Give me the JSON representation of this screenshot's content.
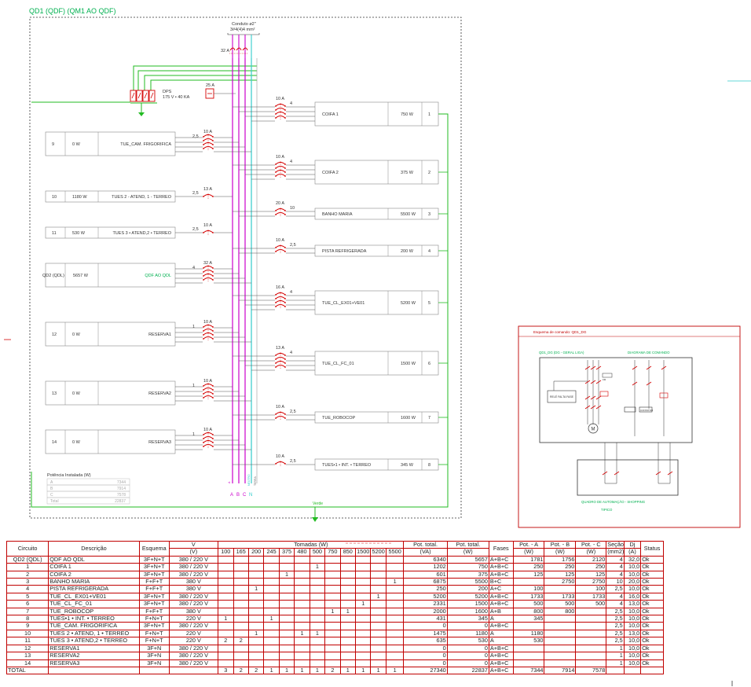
{
  "header": {
    "title": "QD1 (QDF) (QM1 AO QDF)"
  },
  "main_bus": {
    "conduit": "Conduto ø2\"",
    "cable": "3#4(4)4 mm²",
    "breaker": "32 A",
    "phase_labels": [
      "A",
      "B",
      "C",
      "N"
    ],
    "neutral_label": "NEUTRO",
    "earth_label": "TERRA"
  },
  "dps": {
    "breaker": "25 A",
    "label": "DPS",
    "spec": "175 V • 40 KA"
  },
  "left_circuits": [
    {
      "num": "9",
      "power": "0 W",
      "desc": "TUE_CAM. FRIGORIFICA",
      "breaker": "10 A",
      "section": "2,5"
    },
    {
      "num": "10",
      "power": "1180 W",
      "desc": "TUES 2 - ATEND, 1 - TERREO",
      "breaker": "13 A",
      "section": "2,5"
    },
    {
      "num": "11",
      "power": "530 W",
      "desc": "TUES 3 • ATEND,2 • TERREO",
      "breaker": "10 A",
      "section": "2,5"
    },
    {
      "num": "QD2 (QDL)",
      "power": "5657 W",
      "desc": "QDF AO QDL",
      "breaker": "32 A",
      "section": "4"
    },
    {
      "num": "12",
      "power": "0 W",
      "desc": "RESERVA1",
      "breaker": "10 A",
      "section": "1"
    },
    {
      "num": "13",
      "power": "0 W",
      "desc": "RESERVA2",
      "breaker": "10 A",
      "section": "1"
    },
    {
      "num": "14",
      "power": "0 W",
      "desc": "RESERVA3",
      "breaker": "10 A",
      "section": "1"
    }
  ],
  "right_circuits": [
    {
      "num": "1",
      "power": "750 W",
      "desc": "COIFA 1",
      "breaker": "10 A",
      "section": "4"
    },
    {
      "num": "2",
      "power": "375 W",
      "desc": "COIFA 2",
      "breaker": "10 A",
      "section": "4"
    },
    {
      "num": "3",
      "power": "5500 W",
      "desc": "BANHO MARIA",
      "breaker": "20 A",
      "section": "10"
    },
    {
      "num": "4",
      "power": "200 W",
      "desc": "PISTA REFRIGERADA",
      "breaker": "10 A",
      "section": "2,5"
    },
    {
      "num": "5",
      "power": "5200 W",
      "desc": "TUE_CL_EX01+VE01",
      "breaker": "16 A",
      "section": "4"
    },
    {
      "num": "6",
      "power": "1500 W",
      "desc": "TUE_CL_FC_01",
      "breaker": "13 A",
      "section": "4"
    },
    {
      "num": "7",
      "power": "1600 W",
      "desc": "TUE_ROBOCOP",
      "breaker": "10 A",
      "section": "2,5"
    },
    {
      "num": "8",
      "power": "345 W",
      "desc": "TUES•1 • INT. • TERREO",
      "breaker": "10 A",
      "section": "2,5"
    }
  ],
  "installed_power": {
    "title": "Potência Instalada (W)",
    "rows": [
      {
        "label": "A",
        "value": "7344"
      },
      {
        "label": "B",
        "value": "7914"
      },
      {
        "label": "C",
        "value": "7578"
      },
      {
        "label": "Total",
        "value": "22837"
      }
    ]
  },
  "outputs": {
    "green_label": "Verde"
  },
  "command_panel": {
    "title": "Esquema de comando: QD1_DG",
    "power_title": "QD1_DG (DG - GERAL LIGA)",
    "command_title": "DIAGRAMA DE COMANDO",
    "automation_title": "QUADRO DE AUTOMAÇÃO - SHOPPING",
    "automation_sub": "TIPICO",
    "motor_label": "M",
    "relay_a": "RELÉ FALTA FASE",
    "relay_b": "CONTATOR"
  },
  "table": {
    "headers": {
      "circuit": "Circuito",
      "description": "Descrição",
      "scheme": "Esquema",
      "voltage": "V",
      "voltage_unit": "(V)",
      "outlets_group": "Tomadas (W)",
      "pot_va": "Pot. total.",
      "pot_va_unit": "(VA)",
      "pot_w": "Pot. total.",
      "pot_w_unit": "(W)",
      "phases": "Fases",
      "pot_a": "Pot. - A",
      "pot_a_unit": "(W)",
      "pot_b": "Pot. - B",
      "pot_b_unit": "(W)",
      "pot_c": "Pot. - C",
      "pot_c_unit": "(W)",
      "section": "Seção",
      "section_unit": "(mm2)",
      "dj": "Dj",
      "dj_unit": "(A)",
      "status": "Status"
    },
    "outlet_columns": [
      "100",
      "165",
      "200",
      "245",
      "375",
      "480",
      "500",
      "750",
      "850",
      "1500",
      "5200",
      "5500"
    ],
    "rows": [
      {
        "circuit": "QD2 (QDL)",
        "desc": "QDF AO QDL",
        "scheme": "3F+N+T",
        "voltage": "380 / 220 V",
        "outlets": [
          "",
          "",
          "",
          "",
          "",
          "",
          "",
          "",
          "",
          "",
          "",
          ""
        ],
        "va": "6340",
        "w": "5657",
        "phases": "A+B+C",
        "pa": "1781",
        "pb": "1756",
        "pc": "2120",
        "section": "4",
        "dj": "32,0",
        "status": "Ok"
      },
      {
        "circuit": "1",
        "desc": "COIFA 1",
        "scheme": "3F+N+T",
        "voltage": "380 / 220 V",
        "outlets": [
          "",
          "",
          "",
          "",
          "",
          "",
          "1",
          "",
          "",
          "",
          "",
          ""
        ],
        "va": "1202",
        "w": "750",
        "phases": "A+B+C",
        "pa": "250",
        "pb": "250",
        "pc": "250",
        "section": "4",
        "dj": "10,0",
        "status": "Ok"
      },
      {
        "circuit": "2",
        "desc": "COIFA 2",
        "scheme": "3F+N+T",
        "voltage": "380 / 220 V",
        "outlets": [
          "",
          "",
          "",
          "",
          "1",
          "",
          "",
          "",
          "",
          "",
          "",
          ""
        ],
        "va": "601",
        "w": "375",
        "phases": "A+B+C",
        "pa": "125",
        "pb": "125",
        "pc": "125",
        "section": "4",
        "dj": "10,0",
        "status": "Ok"
      },
      {
        "circuit": "3",
        "desc": "BANHO MARIA",
        "scheme": "F+F+T",
        "voltage": "380 V",
        "outlets": [
          "",
          "",
          "",
          "",
          "",
          "",
          "",
          "",
          "",
          "",
          "",
          "1"
        ],
        "va": "6875",
        "w": "5500",
        "phases": "B+C",
        "pa": "",
        "pb": "2750",
        "pc": "2750",
        "section": "10",
        "dj": "20,0",
        "status": "Ok"
      },
      {
        "circuit": "4",
        "desc": "PISTA REFRIGERADA",
        "scheme": "F+F+T",
        "voltage": "380 V",
        "outlets": [
          "",
          "",
          "1",
          "",
          "",
          "",
          "",
          "",
          "",
          "",
          "",
          ""
        ],
        "va": "250",
        "w": "200",
        "phases": "A+C",
        "pa": "100",
        "pb": "",
        "pc": "100",
        "section": "2,5",
        "dj": "10,0",
        "status": "Ok"
      },
      {
        "circuit": "5",
        "desc": "TUE_CL_EX01+VE01",
        "scheme": "3F+N+T",
        "voltage": "380 / 220 V",
        "outlets": [
          "",
          "",
          "",
          "",
          "",
          "",
          "",
          "",
          "",
          "",
          "1",
          ""
        ],
        "va": "5200",
        "w": "5200",
        "phases": "A+B+C",
        "pa": "1733",
        "pb": "1733",
        "pc": "1733",
        "section": "4",
        "dj": "16,0",
        "status": "Ok"
      },
      {
        "circuit": "6",
        "desc": "TUE_CL_FC_01",
        "scheme": "3F+N+T",
        "voltage": "380 / 220 V",
        "outlets": [
          "",
          "",
          "",
          "",
          "",
          "",
          "",
          "",
          "",
          "1",
          "",
          ""
        ],
        "va": "2331",
        "w": "1500",
        "phases": "A+B+C",
        "pa": "500",
        "pb": "500",
        "pc": "500",
        "section": "4",
        "dj": "13,0",
        "status": "Ok"
      },
      {
        "circuit": "7",
        "desc": "TUE_ROBOCOP",
        "scheme": "F+F+T",
        "voltage": "380 V",
        "outlets": [
          "",
          "",
          "",
          "",
          "",
          "",
          "",
          "1",
          "1",
          "",
          "",
          ""
        ],
        "va": "2000",
        "w": "1600",
        "phases": "A+B",
        "pa": "800",
        "pb": "800",
        "pc": "",
        "section": "2,5",
        "dj": "10,0",
        "status": "Ok"
      },
      {
        "circuit": "8",
        "desc": "TUES•1 • INT. • TERREO",
        "scheme": "F+N+T",
        "voltage": "220 V",
        "outlets": [
          "1",
          "",
          "",
          "1",
          "",
          "",
          "",
          "",
          "",
          "",
          "",
          ""
        ],
        "va": "431",
        "w": "345",
        "phases": "A",
        "pa": "345",
        "pb": "",
        "pc": "",
        "section": "2,5",
        "dj": "10,0",
        "status": "Ok"
      },
      {
        "circuit": "9",
        "desc": "TUE_CAM. FRIGORIFICA",
        "scheme": "3F+N+T",
        "voltage": "380 / 220 V",
        "outlets": [
          "",
          "",
          "",
          "",
          "",
          "",
          "",
          "",
          "",
          "",
          "",
          ""
        ],
        "va": "0",
        "w": "0",
        "phases": "A+B+C",
        "pa": "",
        "pb": "",
        "pc": "",
        "section": "2,5",
        "dj": "10,0",
        "status": "Ok"
      },
      {
        "circuit": "10",
        "desc": "TUES 2 • ATEND, 1 • TERREO",
        "scheme": "F+N+T",
        "voltage": "220 V",
        "outlets": [
          "",
          "",
          "1",
          "",
          "",
          "1",
          "1",
          "",
          "",
          "",
          "",
          ""
        ],
        "va": "1475",
        "w": "1180",
        "phases": "A",
        "pa": "1180",
        "pb": "",
        "pc": "",
        "section": "2,5",
        "dj": "13,0",
        "status": "Ok"
      },
      {
        "circuit": "11",
        "desc": "TUES 3 • ATEND,2 • TERREO",
        "scheme": "F+N+T",
        "voltage": "220 V",
        "outlets": [
          "2",
          "2",
          "",
          "",
          "",
          "",
          "",
          "",
          "",
          "",
          "",
          ""
        ],
        "va": "635",
        "w": "530",
        "phases": "A",
        "pa": "530",
        "pb": "",
        "pc": "",
        "section": "2,5",
        "dj": "10,0",
        "status": "Ok"
      },
      {
        "circuit": "12",
        "desc": "RESERVA1",
        "scheme": "3F+N",
        "voltage": "380 / 220 V",
        "outlets": [
          "",
          "",
          "",
          "",
          "",
          "",
          "",
          "",
          "",
          "",
          "",
          ""
        ],
        "va": "0",
        "w": "0",
        "phases": "A+B+C",
        "pa": "",
        "pb": "",
        "pc": "",
        "section": "1",
        "dj": "10,0",
        "status": "Ok"
      },
      {
        "circuit": "13",
        "desc": "RESERVA2",
        "scheme": "3F+N",
        "voltage": "380 / 220 V",
        "outlets": [
          "",
          "",
          "",
          "",
          "",
          "",
          "",
          "",
          "",
          "",
          "",
          ""
        ],
        "va": "0",
        "w": "0",
        "phases": "A+B+C",
        "pa": "",
        "pb": "",
        "pc": "",
        "section": "1",
        "dj": "10,0",
        "status": "Ok"
      },
      {
        "circuit": "14",
        "desc": "RESERVA3",
        "scheme": "3F+N",
        "voltage": "380 / 220 V",
        "outlets": [
          "",
          "",
          "",
          "",
          "",
          "",
          "",
          "",
          "",
          "",
          "",
          ""
        ],
        "va": "0",
        "w": "0",
        "phases": "A+B+C",
        "pa": "",
        "pb": "",
        "pc": "",
        "section": "1",
        "dj": "10,0",
        "status": "Ok"
      }
    ],
    "total": {
      "label": "TOTAL",
      "outlets": [
        "3",
        "2",
        "2",
        "1",
        "1",
        "1",
        "1",
        "2",
        "1",
        "1",
        "1",
        "1"
      ],
      "va": "27340",
      "w": "22837",
      "phases": "A+B+C",
      "pa": "7344",
      "pb": "7914",
      "pc": "7578"
    }
  },
  "colors": {
    "title_green": "#00b050",
    "table_red": "#c00000",
    "phase_magenta": "#cc00cc",
    "neutral_cyan": "#33cccc",
    "earth_green": "#22bb22",
    "wire_gray": "#555555",
    "breaker_red": "#d40000"
  }
}
